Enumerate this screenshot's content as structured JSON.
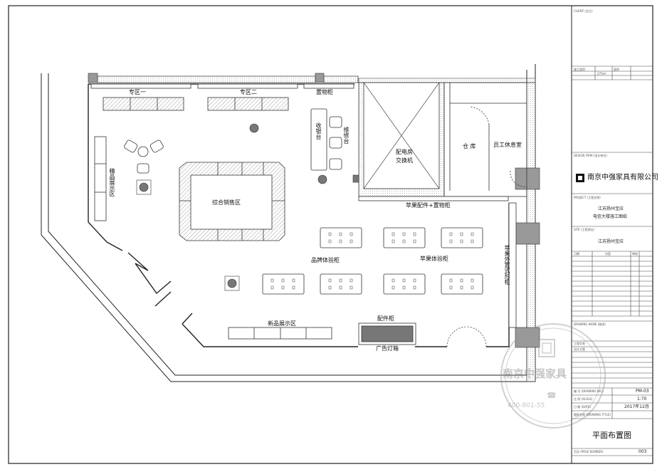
{
  "plan_labels": {
    "zone1": "专区一",
    "zone2": "专区二",
    "shelf_cabinet": "置物柜",
    "cashier": "收银台",
    "repair": "维修台",
    "power_room_1": "配电房",
    "power_room_2": "交换机",
    "warehouse": "仓 库",
    "staff_room": "员工休息室",
    "display_area": "精品展示区",
    "main_sales": "综合销售区",
    "apple_parts": "苹果配件+置物柜",
    "brand_exp": "品牌体验柜",
    "apple_exp": "苹果体验柜",
    "apple_ext_cabinet": "苹果外置式形柜",
    "new_display": "新品展示区",
    "parts_cabinet": "配件柜",
    "ad_box": "广告灯箱"
  },
  "title_block": {
    "client_label": "CLIENT (业主)",
    "area_1": "施工面积",
    "area_2": "面积",
    "area_3": "275m²",
    "company": "南京中强家具有限公司",
    "design_label": "DESIGN FIRM (设计单位)",
    "project_label": "PROJECT (工程名称)",
    "project_line1": "江苏扬州宝应",
    "project_line2": "电信大楼施工图纸",
    "site_label": "SITE (工程地址)",
    "site_value": "江苏扬州宝应",
    "row_date": "日期",
    "row_desc": "内容",
    "row_by": "审核",
    "drawing_label": "DRAWING NAME (图纸)",
    "designer": "工程负责",
    "checker": "设计主管",
    "no_label": "编 号 (DRAWING NO.)",
    "no_value": "PM-03",
    "scale_label": "比 例 (SCALE)",
    "scale_value": "1:70",
    "date_label": "日 期 (DATE)",
    "date_value": "2017年12月",
    "drawing_name_label": "图纸名称 (DRAWING TITLE)",
    "drawing_title": "平面布置图",
    "page_label": "页次 (PAGE NUMBER)",
    "page_value": "003"
  },
  "watermark": {
    "name": "南京中强家具",
    "phone": "400-801-55"
  },
  "colors": {
    "line": "#222222",
    "hatch": "#777777",
    "column": "#999999"
  }
}
